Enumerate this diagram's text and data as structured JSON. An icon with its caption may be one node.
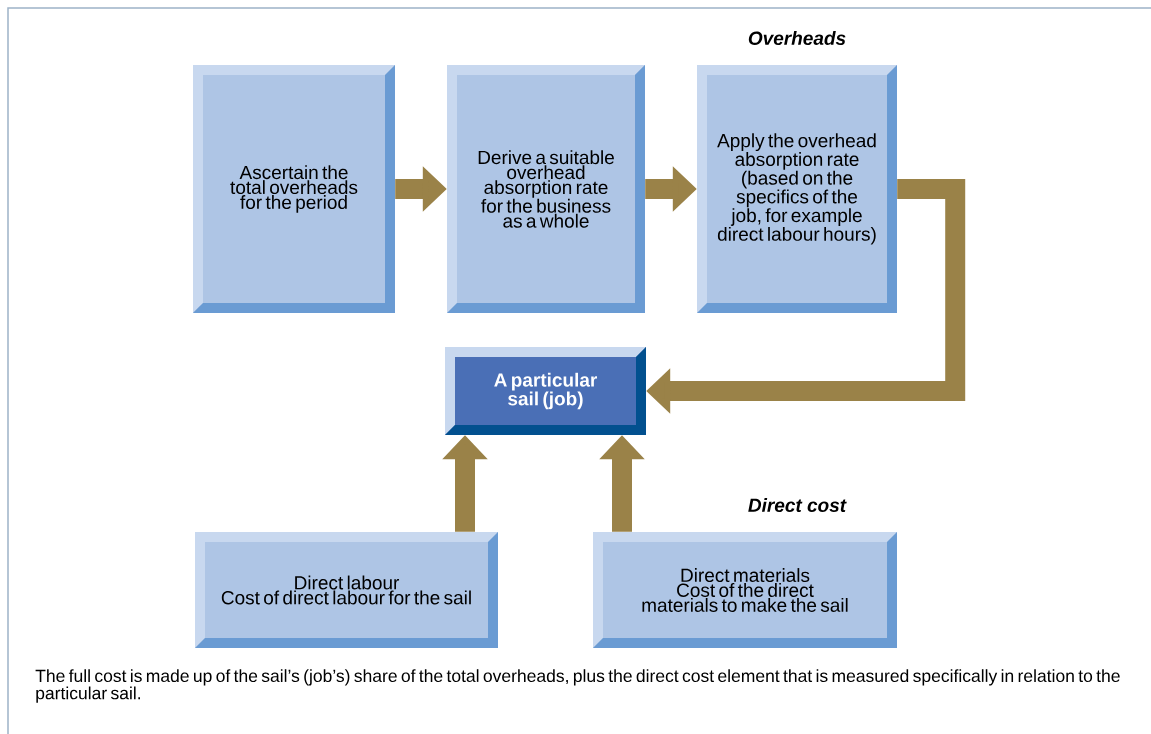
{
  "diagram": {
    "caption": "The full cost is made up of the sail’s (job’s) share of the total overheads, plus the direct cost element that is measured specifically in relation to the particular sail.",
    "nodes": [
      {
        "text": [
          "Ascertain the total overheads for the period"
        ]
      },
      {
        "text": [
          "Derive a suitable overhead absorption rate for the business as a whole"
        ]
      },
      {
        "text": [
          "Apply the overhead absorption rate (based on the specifics of the job, for example direct labour hours)"
        ]
      },
      {
        "text": [
          "A particular sail (job)"
        ]
      },
      {
        "text": [
          "Direct labour",
          "Cost of direct labour for the sail"
        ]
      },
      {
        "text": [
          "Direct materials",
          "Cost of the direct materials to make the sail"
        ]
      }
    ],
    "edges": [
      {
        "from": 0,
        "to": 1,
        "arrow": "to"
      },
      {
        "from": 1,
        "to": 2,
        "arrow": "to"
      },
      {
        "from": 2,
        "to": 3,
        "arrow": "to"
      },
      {
        "from": 4,
        "to": 3,
        "arrow": "to"
      },
      {
        "from": 5,
        "to": 3,
        "arrow": "to"
      }
    ],
    "labels": [
      "Overheads",
      "Direct cost"
    ]
  }
}
